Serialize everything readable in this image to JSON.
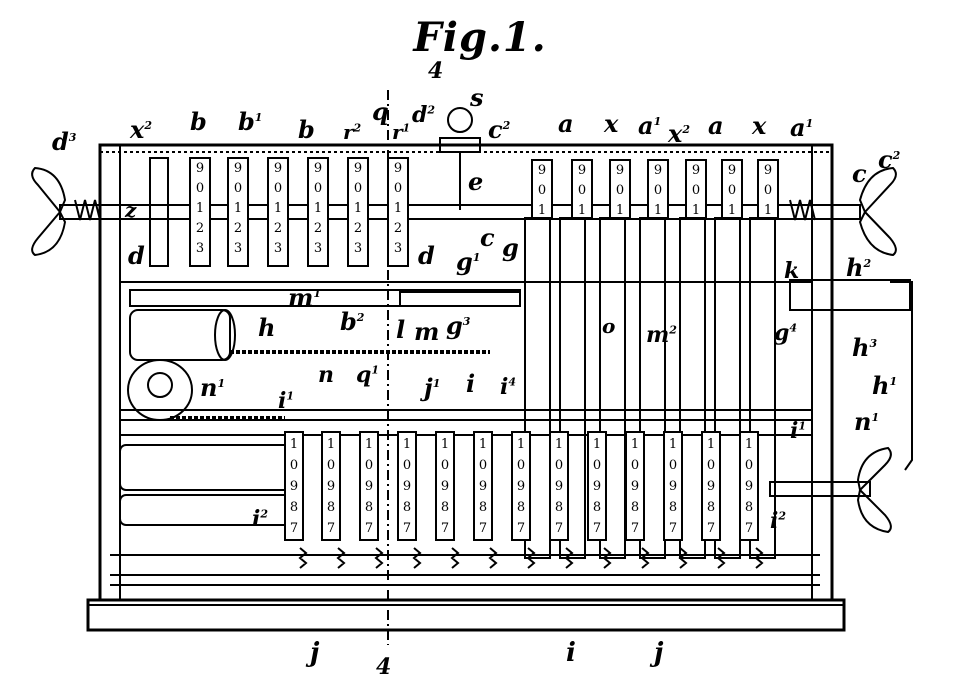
{
  "figure_title": "Fig.1.",
  "labels": {
    "d3": "d",
    "d3_sup": "3",
    "x2_left": "x",
    "x2_left_sup": "2",
    "b_1": "b",
    "b1": "b",
    "b1_sup": "1",
    "b_2": "b",
    "r2": "r",
    "r2_sup": "2",
    "q_top": "q",
    "r1": "r",
    "r1_sup": "1",
    "d2": "d",
    "d2_sup": "2",
    "s": "s",
    "four_top": "4",
    "c2_mid": "c",
    "c2_mid_sup": "2",
    "a_1": "a",
    "x_1": "x",
    "a1_1": "a",
    "a1_1_sup": "1",
    "x2_right": "x",
    "x2_right_sup": "2",
    "a_2": "a",
    "x_2": "x",
    "a1_2": "a",
    "a1_2_sup": "1",
    "c_right": "c",
    "c2_right": "c",
    "c2_right_sup": "2",
    "z": "z",
    "d_left": "d",
    "d_mid": "d",
    "e": "e",
    "c_mid": "c",
    "g": "g",
    "g1": "g",
    "g1_sup": "1",
    "k": "k",
    "h2": "h",
    "h2_sup": "2",
    "m1": "m",
    "m1_sup": "1",
    "b2": "b",
    "b2_sup": "2",
    "l": "l",
    "m": "m",
    "g3": "g",
    "g3_sup": "3",
    "o": "o",
    "m2": "m",
    "m2_sup": "2",
    "g4": "g",
    "g4_sup": "4",
    "h3": "h",
    "h3_sup": "3",
    "h": "h",
    "n": "n",
    "q1": "q",
    "q1_sup": "1",
    "h1": "h",
    "h1_sup": "1",
    "n1_left": "n",
    "n1_left_sup": "1",
    "n1_right": "n",
    "n1_right_sup": "1",
    "i1_left": "i",
    "i1_left_sup": "1",
    "j1": "j",
    "j1_sup": "1",
    "i_mid": "i",
    "i4": "i",
    "i4_sup": "4",
    "i1_right": "i",
    "i1_right_sup": "1",
    "i2_left": "i",
    "i2_left_sup": "2",
    "i2_right": "i",
    "i2_right_sup": "2",
    "j_left": "j",
    "four_bottom": "4",
    "i_bottom": "i",
    "j_right": "j"
  },
  "upper_wheel_digits": [
    "9",
    "0",
    "1",
    "2",
    "3"
  ],
  "lower_wheel_digits": [
    "1",
    "0",
    "9",
    "8",
    "7"
  ],
  "colors": {
    "ink": "#000000",
    "paper": "#ffffff"
  }
}
